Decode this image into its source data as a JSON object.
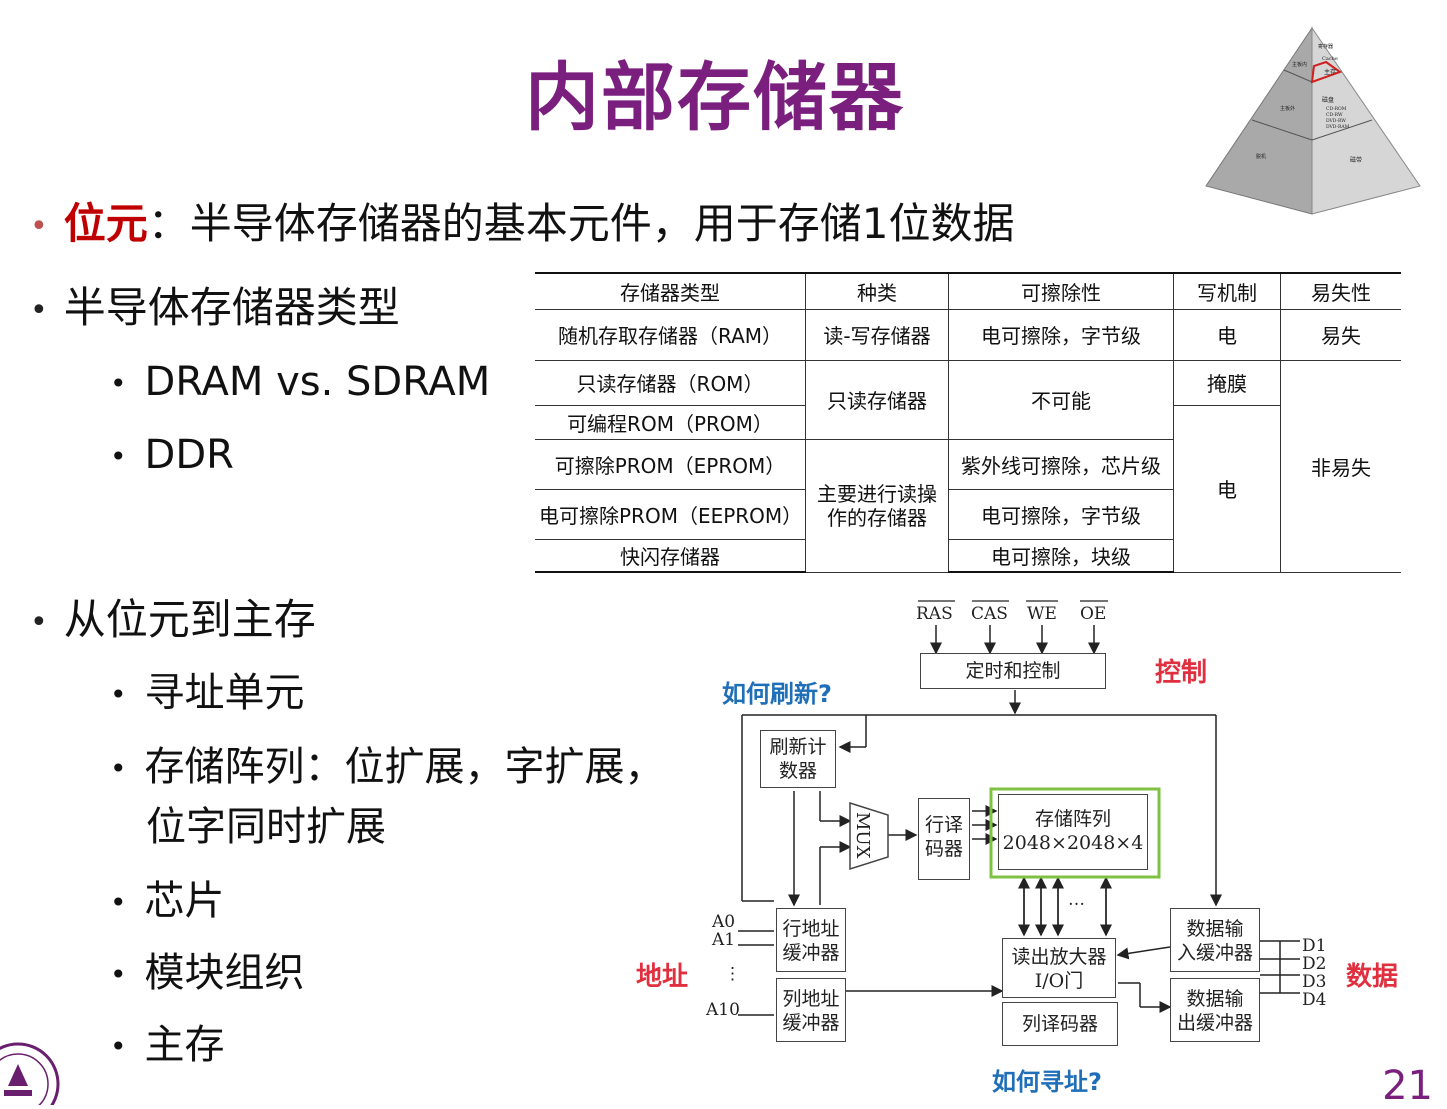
{
  "title": "内部存储器",
  "page_number": "21",
  "pyramid": {
    "top": "寄存器",
    "cache": "Cache",
    "main": "主存",
    "disk": "磁盘\nCD-ROM\nCD-RW\nDVD-RW\nDVD-RAM",
    "tape": "磁带",
    "left_top": "主板内\n存储器",
    "left_mid": "主板外\n存储器",
    "left_bot": "脱机\n存储器"
  },
  "bullets": {
    "b1_term": "位元",
    "b1_rest": "：半导体存储器的基本元件，用于存储1位数据",
    "b2": "半导体存储器类型",
    "b2_sub1": "DRAM vs. SDRAM",
    "b2_sub2": "DDR",
    "b3": "从位元到主存",
    "b3_sub1": "寻址单元",
    "b3_sub2_line1": "存储阵列：位扩展，字扩展，",
    "b3_sub2_line2": "位字同时扩展",
    "b3_sub3": "芯片",
    "b3_sub4": "模块组织",
    "b3_sub5": "主存"
  },
  "table": {
    "headers": [
      "存储器类型",
      "种类",
      "可擦除性",
      "写机制",
      "易失性"
    ],
    "r1": [
      "随机存取存储器（RAM）",
      "读-写存储器",
      "电可擦除，字节级",
      "电",
      "易失"
    ],
    "r2_type": "只读存储器（ROM）",
    "r2_kind": "只读存储器",
    "r2_erase": "不可能",
    "r2_write": "掩膜",
    "r2_volatile": "非易失",
    "r3_type": "可编程ROM（PROM）",
    "r4_type": "可擦除PROM（EPROM）",
    "r4_kind": "主要进行读操作的存储器",
    "r4_erase": "紫外线可擦除，芯片级",
    "r4_write": "电",
    "r5_type": "电可擦除PROM（EEPROM）",
    "r5_erase": "电可擦除，字节级",
    "r6_type": "快闪存储器",
    "r6_erase": "电可擦除，块级"
  },
  "diagram": {
    "signals": [
      "RAS",
      "CAS",
      "WE",
      "OE"
    ],
    "timing": "定时和控制",
    "refresh_counter": "刷新计\n数器",
    "mux": "MUX",
    "row_decoder": "行译\n码器",
    "array_line1": "存储阵列",
    "array_line2": "2048×2048×4",
    "row_buf": "行地址\n缓冲器",
    "col_buf": "列地址\n缓冲器",
    "sense": "读出放大器\nI/O门",
    "col_decoder": "列译码器",
    "din_buf": "数据输\n入缓冲器",
    "dout_buf": "数据输\n出缓冲器",
    "addr_pins": [
      "A0",
      "A1",
      "⋮",
      "A10"
    ],
    "data_pins": [
      "D1",
      "D2",
      "D3",
      "D4"
    ],
    "label_control": "控制",
    "label_address": "地址",
    "label_data": "数据",
    "q_refresh": "如何刷新?",
    "q_address": "如何寻址?",
    "dots": "…"
  },
  "colors": {
    "title": "#7b1f7f",
    "accent_red": "#c00000",
    "label_red": "#e03040",
    "label_blue": "#1f6fb8",
    "array_highlight": "#7fc241"
  }
}
